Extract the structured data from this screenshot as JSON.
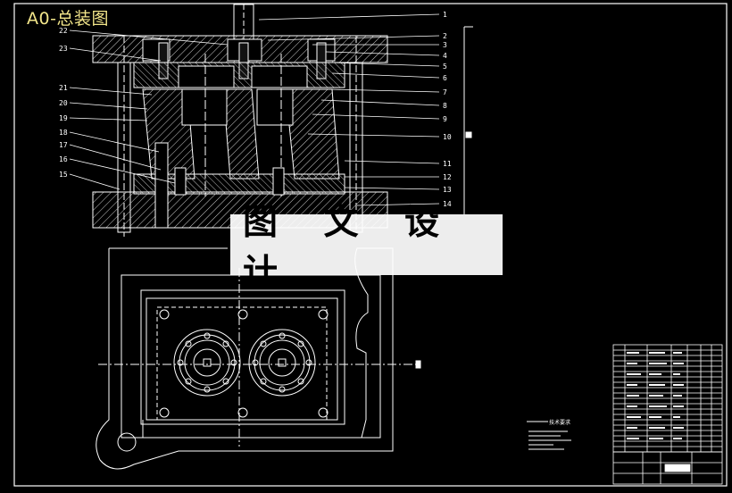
{
  "title": "A0-总装图",
  "watermark": "图 文 设 计",
  "part_labels_right": [
    "1",
    "2",
    "3",
    "4",
    "5",
    "6",
    "7",
    "8",
    "9",
    "10",
    "11",
    "12",
    "13",
    "14"
  ],
  "part_labels_left": [
    "22",
    "23",
    "21",
    "20",
    "19",
    "18",
    "17",
    "16",
    "15"
  ],
  "notes_heading": "技术要求",
  "colors": {
    "background": "#000000",
    "lines": "#ffffff",
    "title": "#f2e58a",
    "watermark_bg": "#ffffff"
  }
}
